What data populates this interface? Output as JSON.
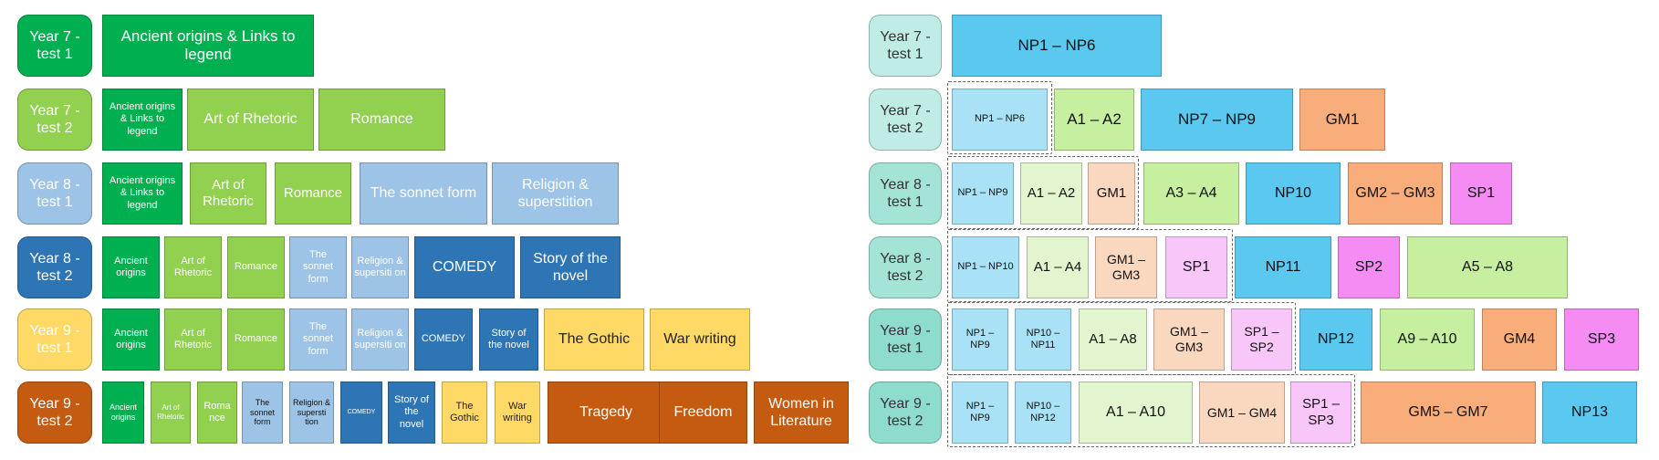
{
  "left": {
    "rows": [
      {
        "label": "Year 7 - test 1",
        "color": "green",
        "cells": [
          "Ancient origins & Links to legend"
        ]
      },
      {
        "label": "Year 7 - test 2",
        "color": "light-green",
        "cells": [
          "Ancient origins & Links to legend",
          "Art of Rhetoric",
          "Romance"
        ]
      },
      {
        "label": "Year 8 - test 1",
        "color": "light-blue",
        "cells": [
          "Ancient origins & Links to legend",
          "Art of Rhetoric",
          "Romance",
          "The sonnet form",
          "Religion & superstition"
        ]
      },
      {
        "label": "Year 8 - test 2",
        "color": "blue",
        "cells": [
          "Ancient origins",
          "Art of Rhetoric",
          "Romance",
          "The sonnet form",
          "Religion & supersiti on",
          "COMEDY",
          "Story of the novel"
        ]
      },
      {
        "label": "Year 9 - test 1",
        "color": "yellow",
        "cells": [
          "Ancient origins",
          "Art of Rhetoric",
          "Romance",
          "The sonnet form",
          "Religion & supersiti on",
          "COMEDY",
          "Story of the novel",
          "The Gothic",
          "War writing"
        ]
      },
      {
        "label": "Year 9 - test 2",
        "color": "orange",
        "cells": [
          "Ancient origins",
          "Art of Rhetoric",
          "Roma nce",
          "The sonnet form",
          "Religion & supersti tion",
          "COMEDY",
          "Story of the novel",
          "The Gothic",
          "War writing",
          "Tragedy",
          "Freedom",
          "Women in Literature"
        ]
      }
    ]
  },
  "right": {
    "rows": [
      {
        "label": "Year 7 - test 1",
        "cells": [
          "NP1 – NP6"
        ]
      },
      {
        "label": "Year 7 - test 2",
        "cells": [
          "NP1 – NP6",
          "A1 – A2",
          "NP7 – NP9",
          "GM1"
        ]
      },
      {
        "label": "Year 8 - test 1",
        "cells": [
          "NP1 – NP9",
          "A1 – A2",
          "GM1",
          "A3 – A4",
          "NP10",
          "GM2 – GM3",
          "SP1"
        ]
      },
      {
        "label": "Year 8 - test 2",
        "cells": [
          "NP1 – NP10",
          "A1 – A4",
          "GM1 – GM3",
          "SP1",
          "NP11",
          "SP2",
          "A5 – A8"
        ]
      },
      {
        "label": "Year 9 - test 1",
        "cells": [
          "NP1 – NP9",
          "NP10 – NP11",
          "A1 – A8",
          "GM1 – GM3",
          "SP1 – SP2",
          "NP12",
          "A9 – A10",
          "GM4",
          "SP3"
        ]
      },
      {
        "label": "Year 9 - test 2",
        "cells": [
          "NP1 – NP9",
          "NP10 – NP12",
          "A1 – A10",
          "GM1 – GM4",
          "SP1 – SP3",
          "GM5 – GM7",
          "NP13"
        ]
      }
    ]
  },
  "colors": {
    "green": "#00b050",
    "light_green": "#92d050",
    "light_blue": "#9dc3e6",
    "blue": "#2e75b6",
    "yellow": "#ffd966",
    "orange": "#c55a11",
    "np": "#5bc8f0",
    "algebra": "#c6efa0",
    "geometry": "#f8ad7b",
    "statistics": "#f48cf4"
  }
}
